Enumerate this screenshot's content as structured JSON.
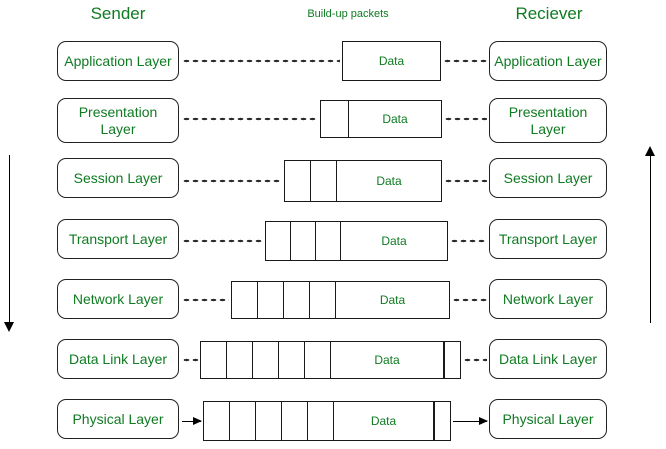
{
  "headings": {
    "sender": "Sender",
    "buildup": "Build-up packets",
    "receiver": "Reciever"
  },
  "colors": {
    "label_green": "#0f7b22",
    "stroke_black": "#1a1a1a",
    "background": "#ffffff"
  },
  "data_label": "Data",
  "rows": [
    {
      "name": "application",
      "sender_label": "Application Layer",
      "receiver_label": "Application Layer",
      "data_label": "Data",
      "header_cells": 0,
      "trailer_cells": 0,
      "connector_left": "dotted",
      "connector_right": "dotted"
    },
    {
      "name": "presentation",
      "sender_label": "Presentation Layer",
      "receiver_label": "Presentation Layer",
      "data_label": "Data",
      "header_cells": 1,
      "trailer_cells": 0,
      "connector_left": "dotted",
      "connector_right": "dotted"
    },
    {
      "name": "session",
      "sender_label": "Session Layer",
      "receiver_label": "Session Layer",
      "data_label": "Data",
      "header_cells": 2,
      "trailer_cells": 0,
      "connector_left": "dotted",
      "connector_right": "dotted"
    },
    {
      "name": "transport",
      "sender_label": "Transport Layer",
      "receiver_label": "Transport Layer",
      "data_label": "Data",
      "header_cells": 3,
      "trailer_cells": 0,
      "connector_left": "dotted",
      "connector_right": "dotted"
    },
    {
      "name": "network",
      "sender_label": "Network Layer",
      "receiver_label": "Network Layer",
      "data_label": "Data",
      "header_cells": 4,
      "trailer_cells": 0,
      "connector_left": "dotted",
      "connector_right": "dotted"
    },
    {
      "name": "datalink",
      "sender_label": "Data Link Layer",
      "receiver_label": "Data Link Layer",
      "data_label": "Data",
      "header_cells": 5,
      "trailer_cells": 1,
      "connector_left": "dotted",
      "connector_right": "dotted"
    },
    {
      "name": "physical",
      "sender_label": "Physical Layer",
      "receiver_label": "Physical Layer",
      "data_label": "Data",
      "header_cells": 5,
      "trailer_cells": 1,
      "connector_left": "arrow",
      "connector_right": "arrow"
    }
  ],
  "flow_arrows": {
    "left": {
      "direction": "down",
      "meaning": "encapsulation-down"
    },
    "right": {
      "direction": "up",
      "meaning": "decapsulation-up"
    }
  }
}
